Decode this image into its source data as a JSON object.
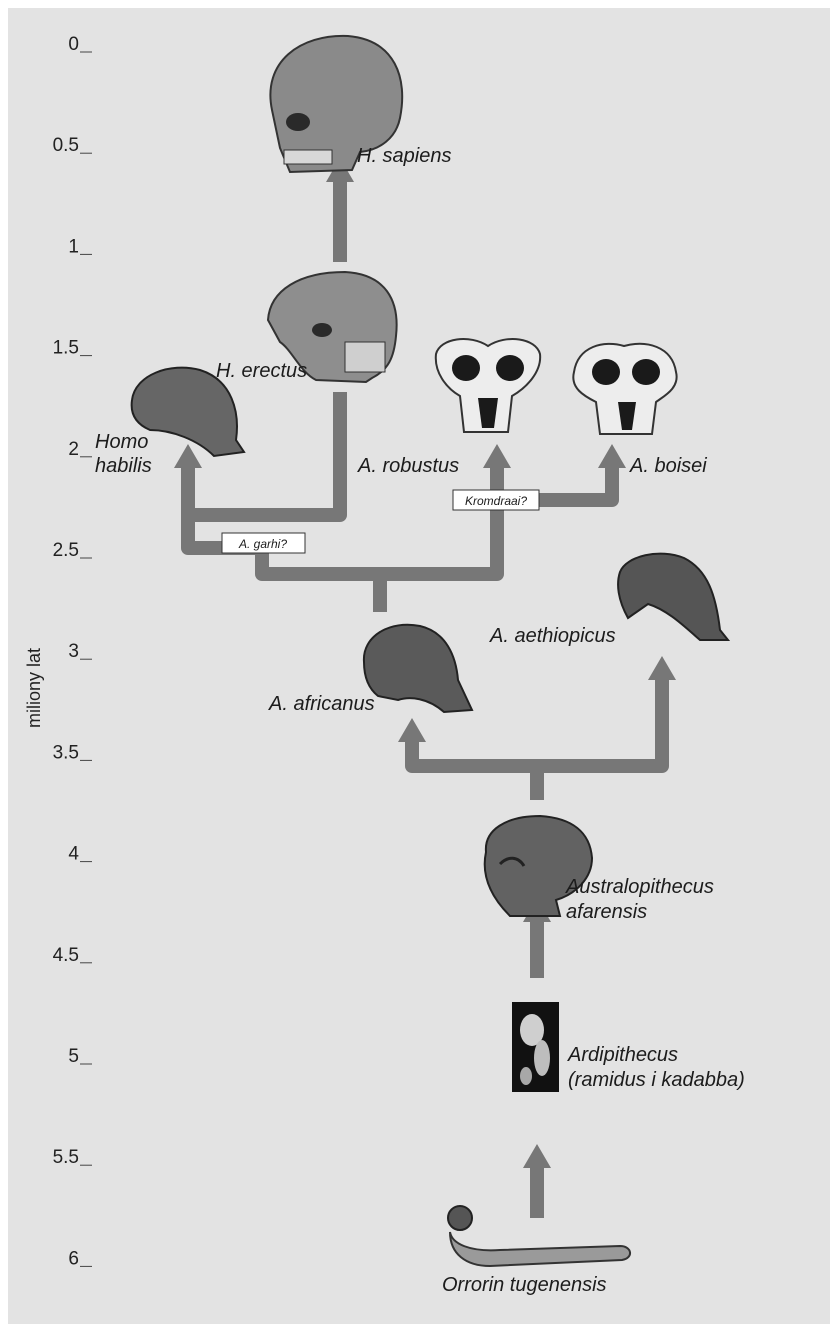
{
  "axis": {
    "title": "miliony lat",
    "ticks": [
      "0",
      "0.5",
      "1",
      "1.5",
      "2",
      "2.5",
      "3",
      "3.5",
      "4",
      "4.5",
      "5",
      "5.5",
      "6"
    ]
  },
  "taxa": {
    "h_sapiens": "H. sapiens",
    "h_erectus": "H. erectus",
    "homo": "Homo",
    "habilis": "habilis",
    "a_robustus": "A. robustus",
    "a_boisei": "A. boisei",
    "a_aethiopicus": "A. aethiopicus",
    "a_africanus": "A. africanus",
    "australopithecus": "Australopithecus",
    "afarensis": "afarensis",
    "ardipithecus": "Ardipithecus",
    "ramidus_kadabba": "(ramidus i kadabba)",
    "orrorin": "Orrorin tugenensis"
  },
  "boxes": {
    "a_garhi": "A. garhi?",
    "kromdraai": "Kromdraai?"
  }
}
